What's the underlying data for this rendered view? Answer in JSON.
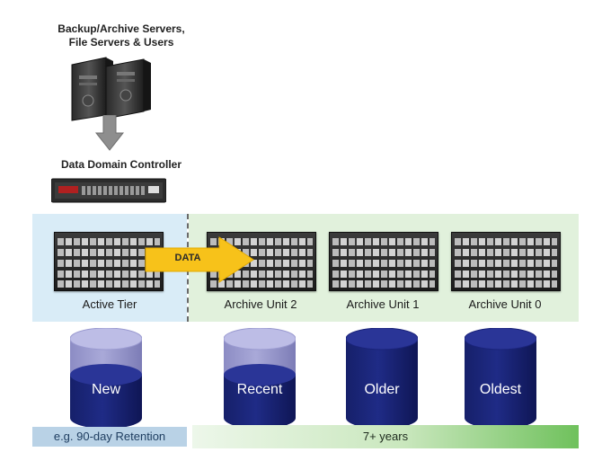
{
  "header": {
    "servers_title_line1": "Backup/Archive Servers,",
    "servers_title_line2": "File Servers & Users",
    "controller_title": "Data Domain Controller"
  },
  "tiers": {
    "active": "Active Tier",
    "archive2": "Archive Unit 2",
    "archive1": "Archive Unit 1",
    "archive0": "Archive Unit 0"
  },
  "flow_arrow_label": "DATA",
  "cylinders": [
    {
      "label": "New",
      "fill_fraction": 0.55
    },
    {
      "label": "Recent",
      "fill_fraction": 0.55
    },
    {
      "label": "Older",
      "fill_fraction": 1.0
    },
    {
      "label": "Oldest",
      "fill_fraction": 1.0
    }
  ],
  "retention": {
    "left": "e.g. 90-day Retention",
    "right": "7+ years"
  },
  "colors": {
    "cylinder_blue": "#1f2b86",
    "cylinder_light": "#a9a9d8",
    "arrow_yellow": "#f7c21a",
    "active_zone": "#d9ecf7",
    "archive_zone": "#e1f1dc"
  }
}
